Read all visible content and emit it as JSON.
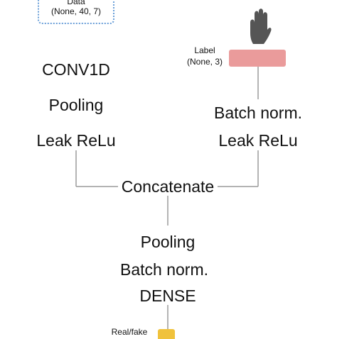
{
  "nodes": {
    "data_input": {
      "title": "Data",
      "shape": "(None, 40, 7)"
    },
    "label_input": {
      "title": "Label",
      "shape": "(None, 3)"
    },
    "left_branch": [
      "CONV1D",
      "Pooling",
      "Leak ReLu"
    ],
    "right_branch": [
      "Batch norm.",
      "Leak ReLu"
    ],
    "merge": "Concatenate",
    "bottom_stack": [
      "Pooling",
      "Batch norm.",
      "DENSE"
    ],
    "output": "Real/fake"
  },
  "colors": {
    "data_border": "#6a9fd8",
    "label_fill": "#ea9b9b",
    "output_fill": "#f0c23c",
    "line": "#9a9a9a",
    "hand": "#555555"
  },
  "icons": {
    "label_icon": "hand-icon"
  }
}
